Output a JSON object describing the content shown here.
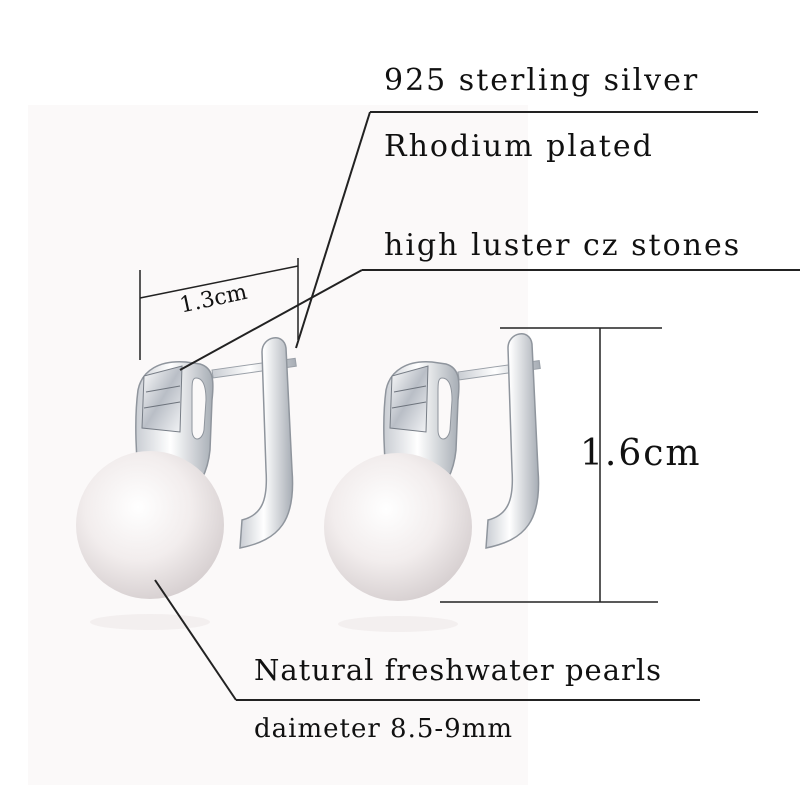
{
  "annotations": {
    "material": "925 sterling silver",
    "plating": "Rhodium plated",
    "stones": "high luster cz stones",
    "pearl": "Natural freshwater pearls",
    "diameter": "daimeter 8.5-9mm",
    "height": "1.6cm",
    "width": "1.3cm"
  },
  "colors": {
    "metal": "#e4e6e9",
    "metal_shadow": "#9aa0a8",
    "pearl": "#f3eeee",
    "line": "#222222"
  }
}
